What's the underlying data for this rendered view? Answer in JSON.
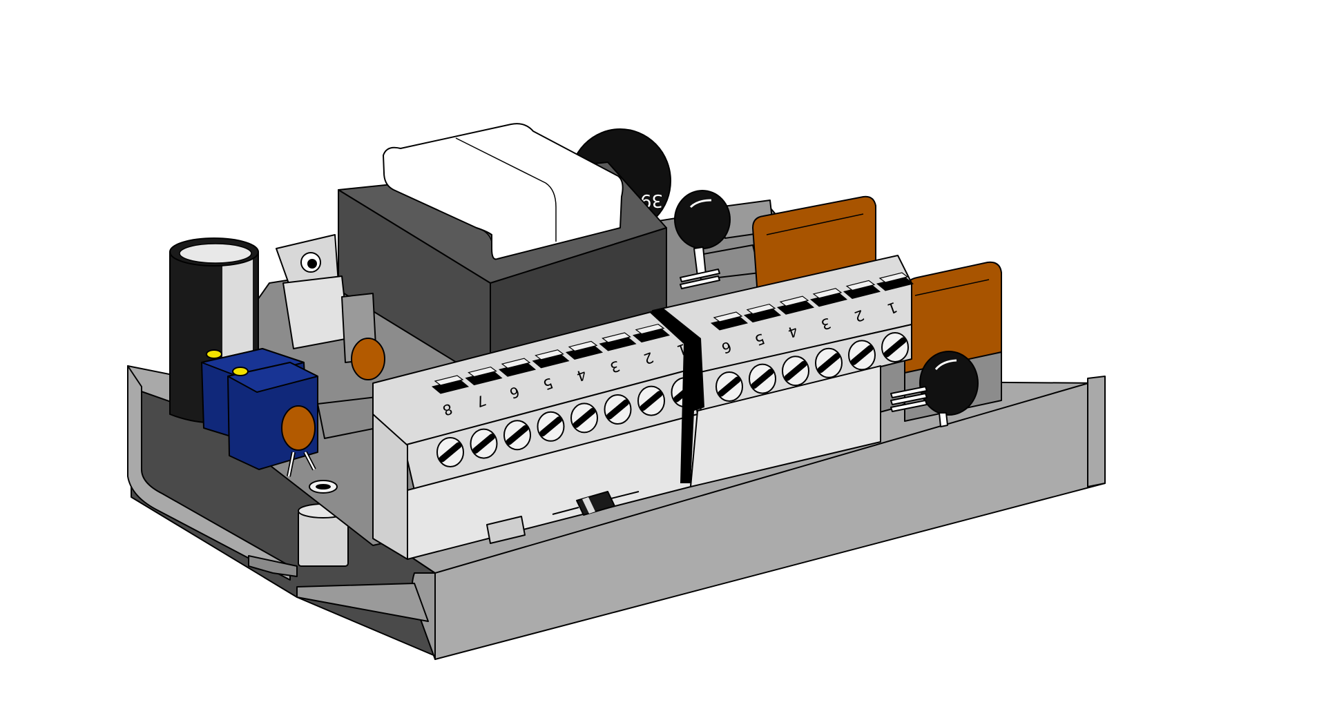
{
  "colors": {
    "background": "#ffffff",
    "housing": "#a9a9a9",
    "housing_dark": "#4a4a4a",
    "pcb": "#8c8c8c",
    "terminal_block": "#dcdcdc",
    "transformer_core": "#3c3c3c",
    "transformer_coil": "#ffffff",
    "capacitor_film": "#a85400",
    "ceramic_capacitor": "#b35a00",
    "trimmer": "#10287a",
    "trimmer_screw": "#f2e200",
    "black_parts": "#111111"
  },
  "varistor": {
    "marking": "39"
  },
  "terminal_block_left": {
    "terminal_labels": [
      "8",
      "7",
      "6",
      "5",
      "4",
      "3",
      "2",
      "1"
    ]
  },
  "terminal_block_right": {
    "terminal_labels": [
      "6",
      "5",
      "4",
      "3",
      "2",
      "1"
    ]
  }
}
